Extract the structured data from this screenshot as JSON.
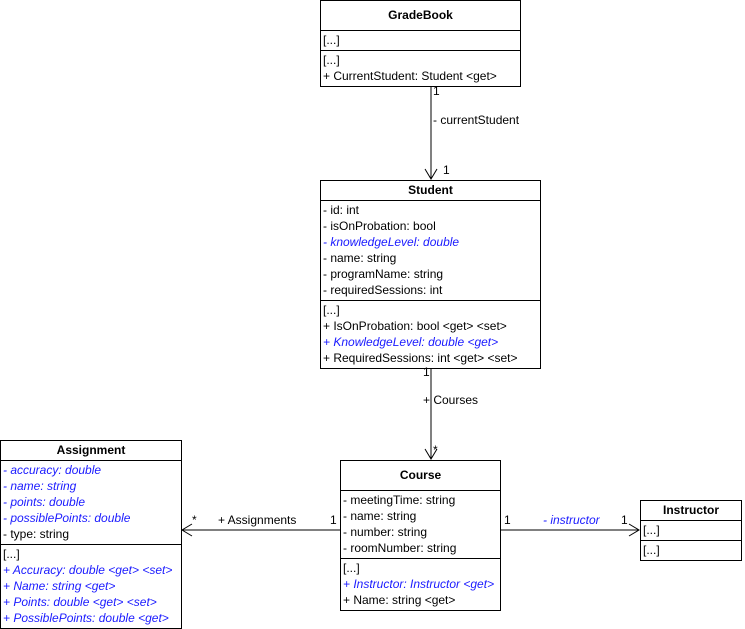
{
  "classes": {
    "gradebook": {
      "name": "GradeBook",
      "attributes": [
        {
          "text": "[...]",
          "derived": false
        }
      ],
      "operations": [
        {
          "text": "[...]",
          "derived": false
        },
        {
          "text": "+ CurrentStudent: Student <get>",
          "derived": false
        }
      ]
    },
    "student": {
      "name": "Student",
      "attributes": [
        {
          "text": "-  id: int",
          "derived": false
        },
        {
          "text": "-  isOnProbation: bool",
          "derived": false
        },
        {
          "text": "-  knowledgeLevel: double",
          "derived": true
        },
        {
          "text": "-  name: string",
          "derived": false
        },
        {
          "text": "-  programName: string",
          "derived": false
        },
        {
          "text": "-  requiredSessions: int",
          "derived": false
        }
      ],
      "operations": [
        {
          "text": "[...]",
          "derived": false
        },
        {
          "text": "+ IsOnProbation: bool <get> <set>",
          "derived": false
        },
        {
          "text": "+ KnowledgeLevel: double <get>",
          "derived": true
        },
        {
          "text": "+ RequiredSessions: int <get> <set>",
          "derived": false
        }
      ]
    },
    "assignment": {
      "name": "Assignment",
      "attributes": [
        {
          "text": "-  accuracy: double",
          "derived": true
        },
        {
          "text": "-  name: string",
          "derived": true
        },
        {
          "text": "-  points: double",
          "derived": true
        },
        {
          "text": "-  possiblePoints: double",
          "derived": true
        },
        {
          "text": "-  type: string",
          "derived": false
        }
      ],
      "operations": [
        {
          "text": "[...]",
          "derived": false
        },
        {
          "text": "+ Accuracy: double <get> <set>",
          "derived": true
        },
        {
          "text": "+ Name: string <get>",
          "derived": true
        },
        {
          "text": "+ Points: double <get> <set>",
          "derived": true
        },
        {
          "text": "+ PossiblePoints: double <get>",
          "derived": true
        }
      ]
    },
    "course": {
      "name": "Course",
      "attributes": [
        {
          "text": "-  meetingTime: string",
          "derived": false
        },
        {
          "text": "-  name: string",
          "derived": false
        },
        {
          "text": "-  number: string",
          "derived": false
        },
        {
          "text": "-  roomNumber: string",
          "derived": false
        }
      ],
      "operations": [
        {
          "text": "[...]",
          "derived": false
        },
        {
          "text": "+ Instructor: Instructor <get>",
          "derived": true
        },
        {
          "text": "+ Name: string <get>",
          "derived": false
        }
      ]
    },
    "instructor": {
      "name": "Instructor",
      "attributes": [
        {
          "text": "[...]",
          "derived": false
        }
      ],
      "operations": [
        {
          "text": "[...]",
          "derived": false
        }
      ]
    }
  },
  "associations": {
    "gradebook_student": {
      "role": "- currentStudent",
      "source_mult": "1",
      "target_mult": "1"
    },
    "student_course": {
      "role": "+ Courses",
      "source_mult": "1",
      "target_mult": "*"
    },
    "course_assignment": {
      "role": "+ Assignments",
      "source_mult": "1",
      "target_mult": "*"
    },
    "course_instructor": {
      "role": "- instructor",
      "source_mult": "1",
      "target_mult": "1",
      "role_derived": true
    }
  },
  "colors": {
    "derived": "#1a1aff",
    "line": "#000000",
    "fill": "#ffffff"
  }
}
